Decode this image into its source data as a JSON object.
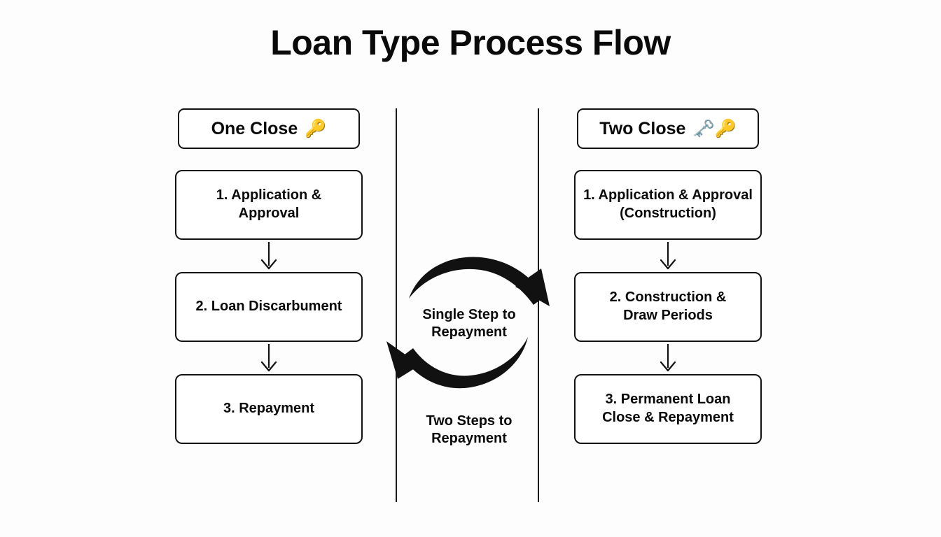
{
  "title": "Loan Type Process Flow",
  "theme": {
    "background": "#fdfdfd",
    "stroke": "#111111",
    "text": "#0a0a0a",
    "box_fill": "#ffffff"
  },
  "columns": [
    {
      "id": "one-close",
      "header": {
        "label": "One Close",
        "icon": "key-icon",
        "emoji": "🔑"
      },
      "steps": [
        {
          "lines": [
            "1. Application &",
            "Approval"
          ]
        },
        {
          "lines": [
            "2. Loan Discarbument"
          ]
        },
        {
          "lines": [
            "3. Repayment"
          ]
        }
      ]
    },
    {
      "id": "two-close",
      "header": {
        "label": "Two Close",
        "icon": "keys-icon",
        "emoji": "🗝️🔑"
      },
      "steps": [
        {
          "lines": [
            "1. Application & Approval",
            "(Construction)"
          ]
        },
        {
          "lines": [
            "2. Construction &",
            "Draw Periods"
          ]
        },
        {
          "lines": [
            "3. Permanent Loan",
            "Close & Repayment"
          ]
        }
      ]
    }
  ],
  "center": {
    "top_label": {
      "lines": [
        "Single Step to",
        "Repayment"
      ]
    },
    "bottom_label": {
      "lines": [
        "Two Steps to",
        "Repayment"
      ]
    }
  },
  "connectors": {
    "glyph": "↓"
  }
}
